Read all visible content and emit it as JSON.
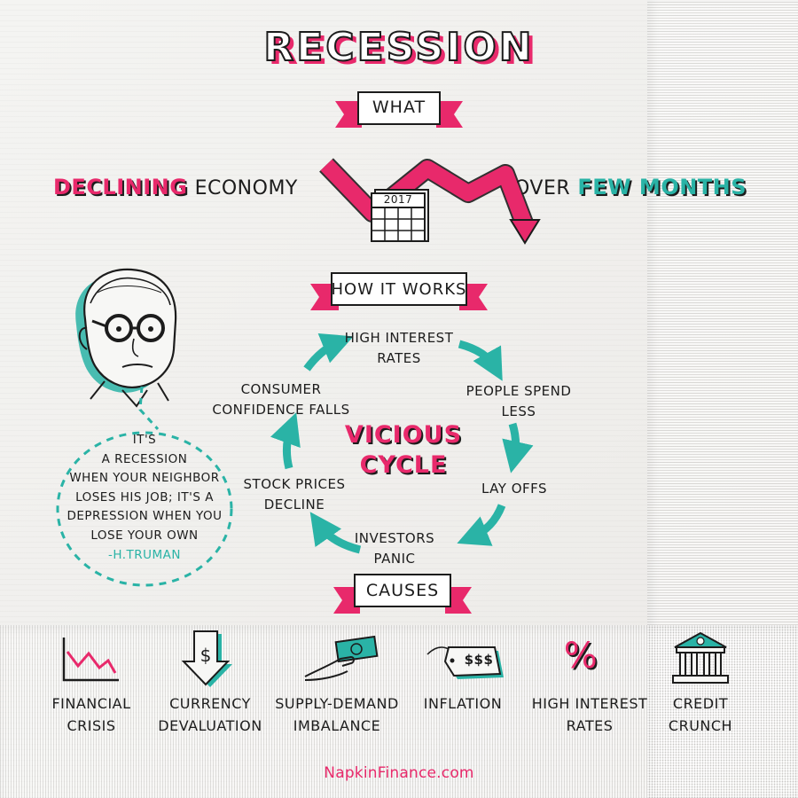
{
  "title": "RECESSION",
  "what": {
    "ribbon": "WHAT",
    "left_highlight": "DECLINING",
    "left_rest": "ECONOMY",
    "right_prefix": "OVER",
    "right_highlight": "FEW MONTHS",
    "calendar_year": "2017"
  },
  "how": {
    "ribbon": "HOW IT WORKS",
    "center_line1": "VICIOUS",
    "center_line2": "CYCLE",
    "steps": [
      {
        "line1": "HIGH INTEREST",
        "line2": "RATES"
      },
      {
        "line1": "PEOPLE SPEND",
        "line2": "LESS"
      },
      {
        "line1": "LAY OFFS",
        "line2": ""
      },
      {
        "line1": "INVESTORS",
        "line2": "PANIC"
      },
      {
        "line1": "STOCK PRICES",
        "line2": "DECLINE"
      },
      {
        "line1": "CONSUMER",
        "line2": "CONFIDENCE FALLS"
      }
    ]
  },
  "quote": {
    "lines": [
      "IT'S",
      "A RECESSION",
      "WHEN YOUR NEIGHBOR",
      "LOSES HIS JOB; IT'S A",
      "DEPRESSION WHEN YOU",
      "LOSE YOUR OWN"
    ],
    "author": "-H.TRUMAN"
  },
  "causes": {
    "ribbon": "CAUSES",
    "items": [
      {
        "icon": "chart-down-icon",
        "line1": "FINANCIAL",
        "line2": "CRISIS"
      },
      {
        "icon": "dollar-down-icon",
        "line1": "CURRENCY",
        "line2": "DEVALUATION"
      },
      {
        "icon": "hand-cash-icon",
        "line1": "SUPPLY-DEMAND",
        "line2": "IMBALANCE"
      },
      {
        "icon": "price-tag-icon",
        "line1": "INFLATION",
        "line2": ""
      },
      {
        "icon": "percent-icon",
        "line1": "HIGH INTEREST",
        "line2": "RATES"
      },
      {
        "icon": "bank-icon",
        "line1": "CREDIT",
        "line2": "CRUNCH"
      }
    ],
    "price_tag_text": "$$$",
    "percent_symbol": "%"
  },
  "footer": "NapkinFinance.com",
  "colors": {
    "pink": "#e8296b",
    "teal": "#2ab3a6",
    "ink": "#1c1c1c"
  }
}
